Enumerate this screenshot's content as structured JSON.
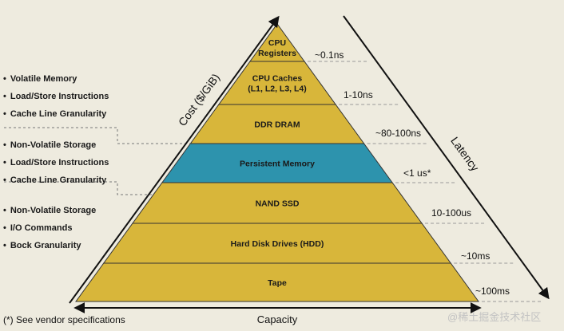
{
  "levels": [
    {
      "lines": [
        "CPU",
        "Registers"
      ],
      "latency": "~0.1ns",
      "color": "#d8b63a"
    },
    {
      "lines": [
        "CPU Caches",
        "(L1, L2, L3, L4)"
      ],
      "latency": "1-10ns",
      "color": "#d8b63a"
    },
    {
      "lines": [
        "DDR DRAM"
      ],
      "latency": "~80-100ns",
      "color": "#d8b63a"
    },
    {
      "lines": [
        "Persistent Memory"
      ],
      "latency": "<1 us*",
      "color": "#2d93ad"
    },
    {
      "lines": [
        "NAND SSD"
      ],
      "latency": "10-100us",
      "color": "#d8b63a"
    },
    {
      "lines": [
        "Hard Disk Drives (HDD)"
      ],
      "latency": "~10ms",
      "color": "#d8b63a"
    },
    {
      "lines": [
        "Tape"
      ],
      "latency": "~100ms",
      "color": "#d8b63a"
    }
  ],
  "groups": [
    [
      "Volatile Memory",
      "Load/Store Instructions",
      "Cache Line Granularity"
    ],
    [
      "Non-Volatile Storage",
      "Load/Store Instructions",
      "Cache Line Granularity"
    ],
    [
      "Non-Volatile Storage",
      "I/O Commands",
      "Bock Granularity"
    ]
  ],
  "axes": {
    "cost": "Cost ($/GiB)",
    "latency": "Latency",
    "capacity": "Capacity"
  },
  "footnote": "(*) See vendor specifications",
  "watermark": "@稀土掘金技术社区"
}
